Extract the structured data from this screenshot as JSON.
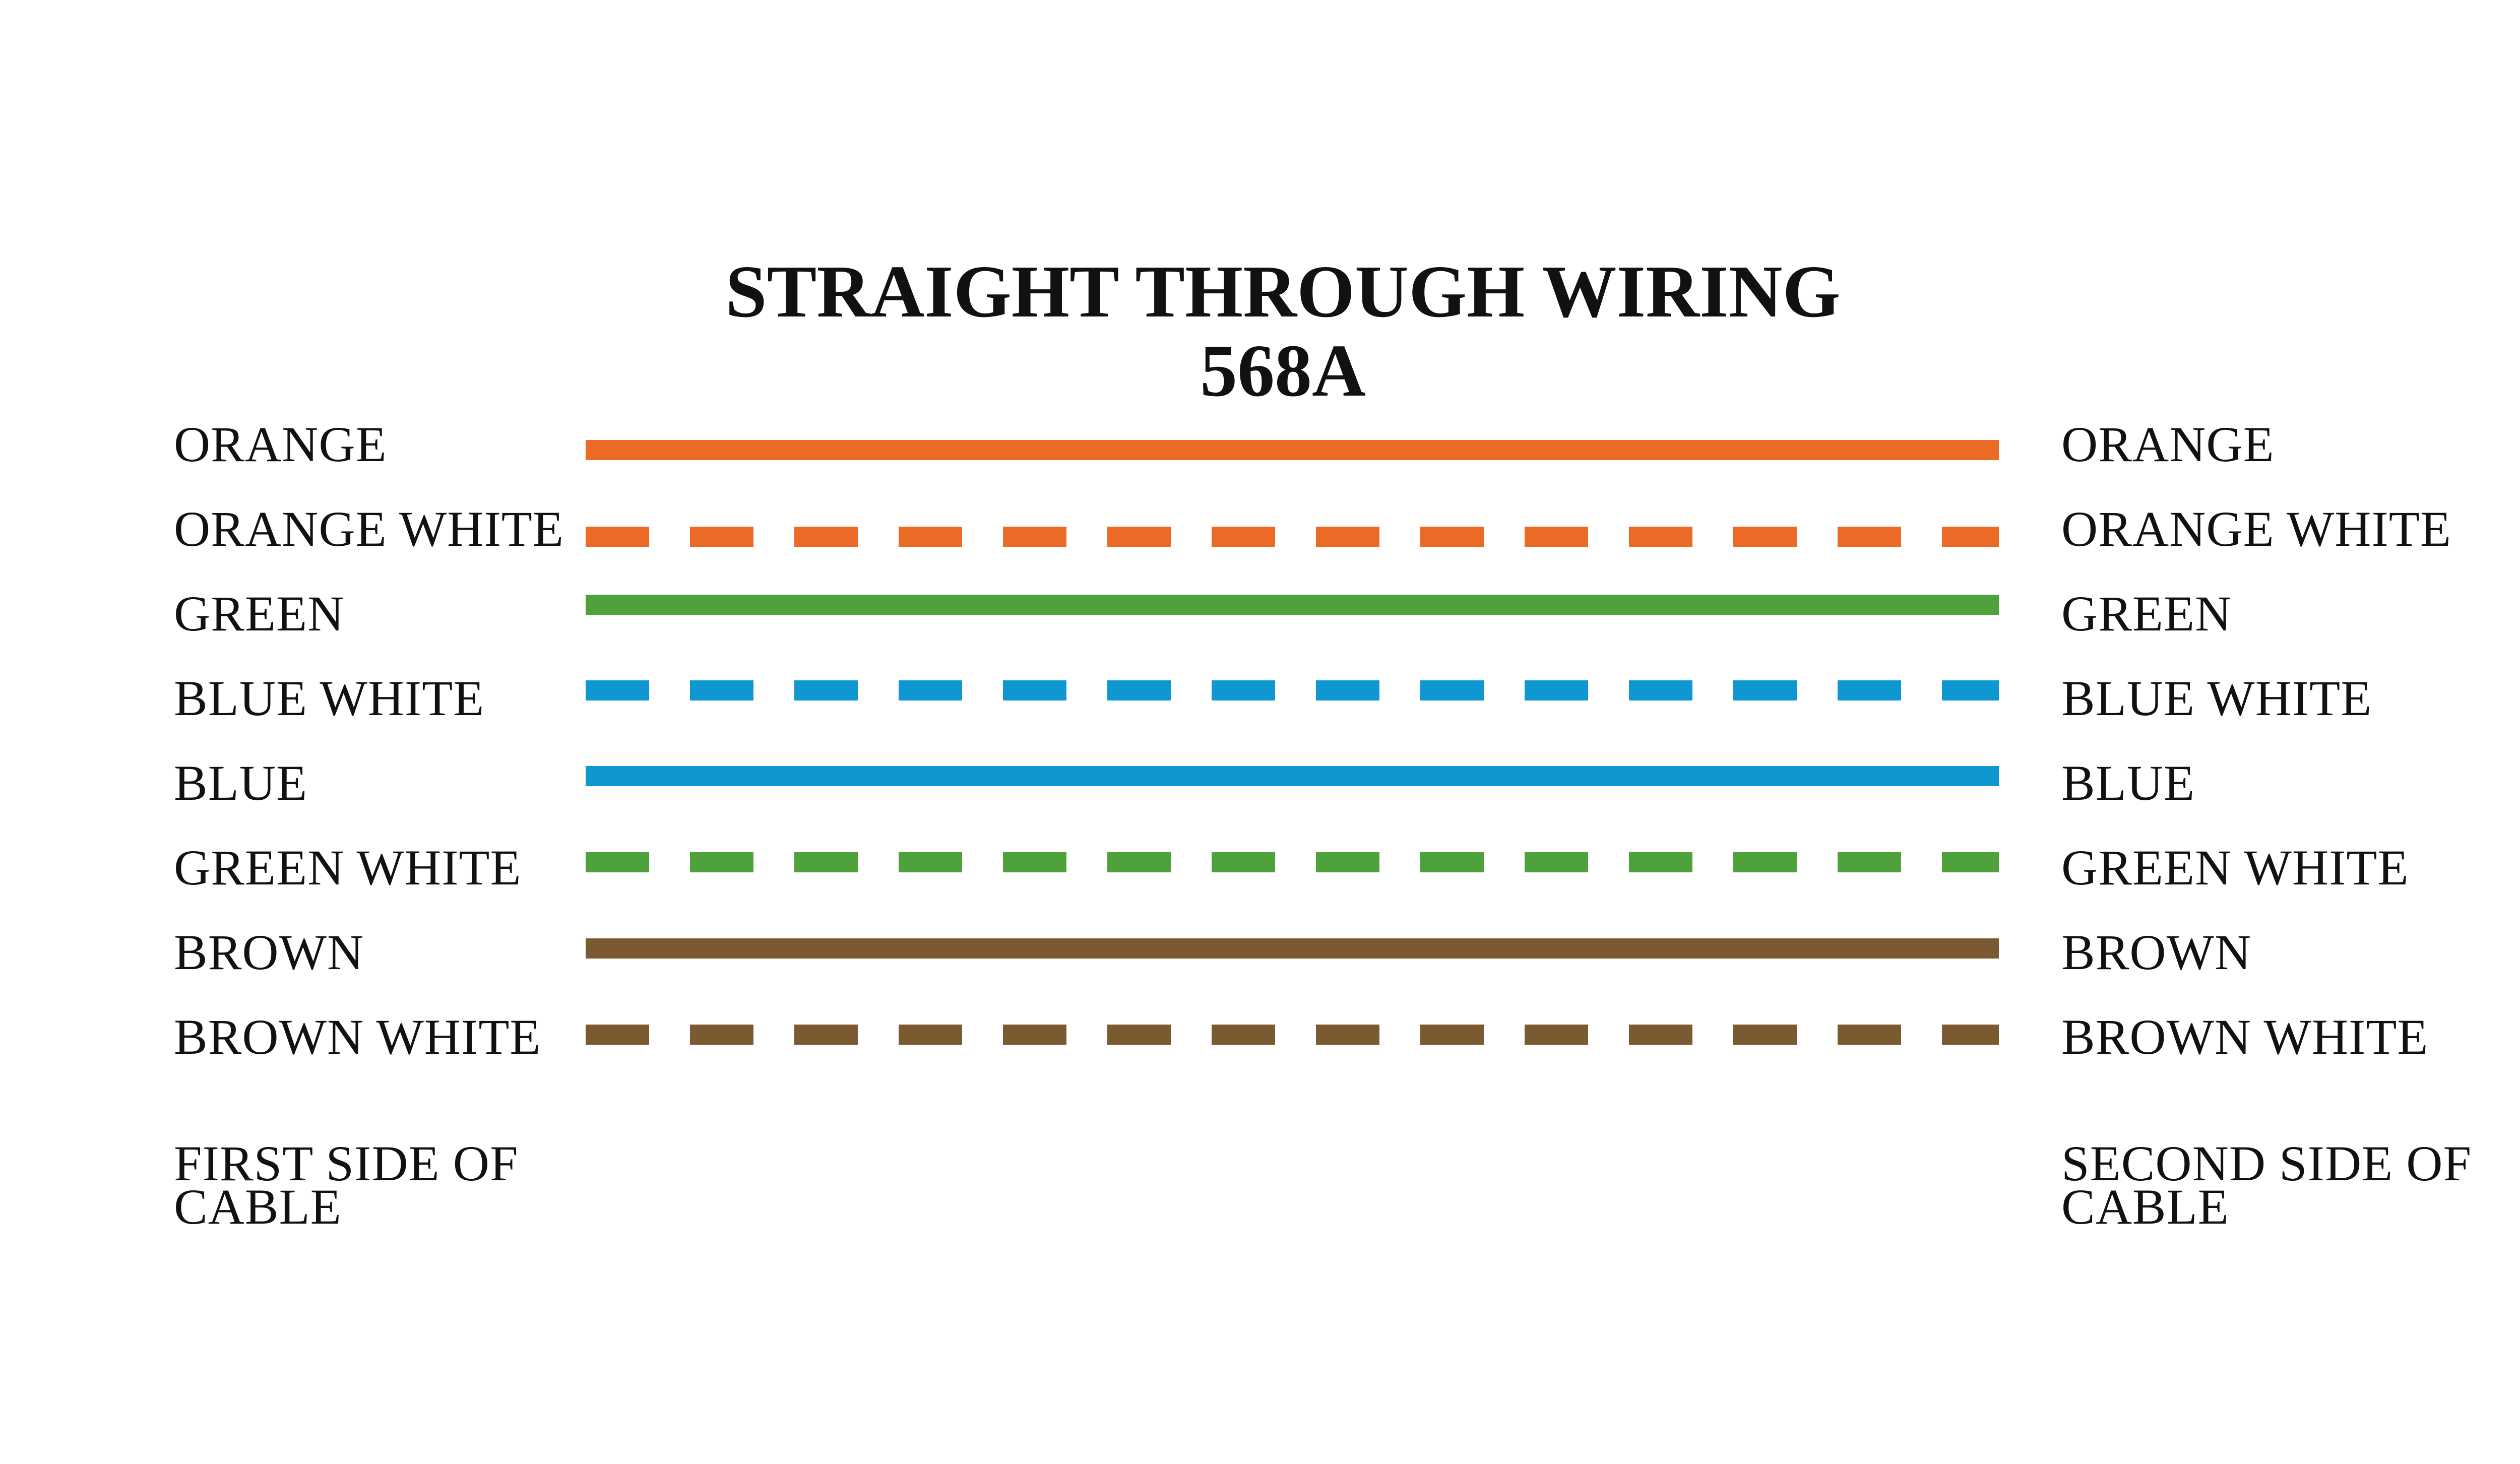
{
  "title": {
    "line1": "STRAIGHT THROUGH WIRING",
    "line2": "568A"
  },
  "wires": [
    {
      "left_label": "ORANGE",
      "right_label": "ORANGE",
      "color": "#EB6A25",
      "style": "solid"
    },
    {
      "left_label": "ORANGE WHITE",
      "right_label": "ORANGE WHITE",
      "color": "#EB6A25",
      "style": "dashed"
    },
    {
      "left_label": "GREEN",
      "right_label": "GREEN",
      "color": "#4FA23B",
      "style": "solid"
    },
    {
      "left_label": "BLUE WHITE",
      "right_label": "BLUE WHITE",
      "color": "#0F97D2",
      "style": "dashed"
    },
    {
      "left_label": "BLUE",
      "right_label": "BLUE",
      "color": "#0F97D2",
      "style": "solid"
    },
    {
      "left_label": "GREEN WHITE",
      "right_label": "GREEN WHITE",
      "color": "#4FA23B",
      "style": "dashed"
    },
    {
      "left_label": "BROWN",
      "right_label": "BROWN",
      "color": "#7B5931",
      "style": "solid"
    },
    {
      "left_label": "BROWN WHITE",
      "right_label": "BROWN WHITE",
      "color": "#7B5931",
      "style": "dashed"
    }
  ],
  "sides": {
    "left": {
      "line1": "FIRST SIDE OF",
      "line2": "CABLE"
    },
    "right": {
      "line1": "SECOND SIDE OF",
      "line2": "CABLE"
    }
  }
}
